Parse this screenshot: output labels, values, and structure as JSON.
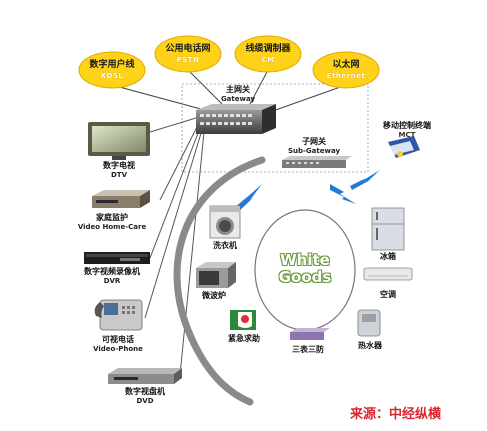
{
  "top_services": [
    {
      "name": "数字用户线",
      "sub": "XDSL"
    },
    {
      "name": "公用电话网",
      "sub": "PSTN"
    },
    {
      "name": "线缆调制器",
      "sub": "CM"
    },
    {
      "name": "以太网",
      "sub": "Ethernet"
    }
  ],
  "gateway": {
    "name": "主网关",
    "sub": "Gateway"
  },
  "sub_gateway": {
    "name": "子网关",
    "sub": "Sub-Gateway"
  },
  "mct": {
    "name": "移动控制终端",
    "sub": "MCT"
  },
  "left_devices": [
    {
      "name": "数字电视",
      "sub": "DTV"
    },
    {
      "name": "家庭监护",
      "sub": "Video Home-Care"
    },
    {
      "name": "数字视频录像机",
      "sub": "DVR"
    },
    {
      "name": "可视电话",
      "sub": "Video-Phone"
    },
    {
      "name": "数字视盘机",
      "sub": "DVD"
    }
  ],
  "white_goods_title": [
    "White",
    "Goods"
  ],
  "appliances": [
    {
      "name": "洗衣机"
    },
    {
      "name": "冰箱"
    },
    {
      "name": "微波炉"
    },
    {
      "name": "空调"
    },
    {
      "name": "紧急求助"
    },
    {
      "name": "三表三防"
    },
    {
      "name": "热水器"
    }
  ],
  "source": "来源：中经纵横",
  "colors": {
    "service_fill": "#ffd21a",
    "arc": "#8a8a8a",
    "lightning": "#1f7bd6",
    "source_text": "#d9262c"
  }
}
